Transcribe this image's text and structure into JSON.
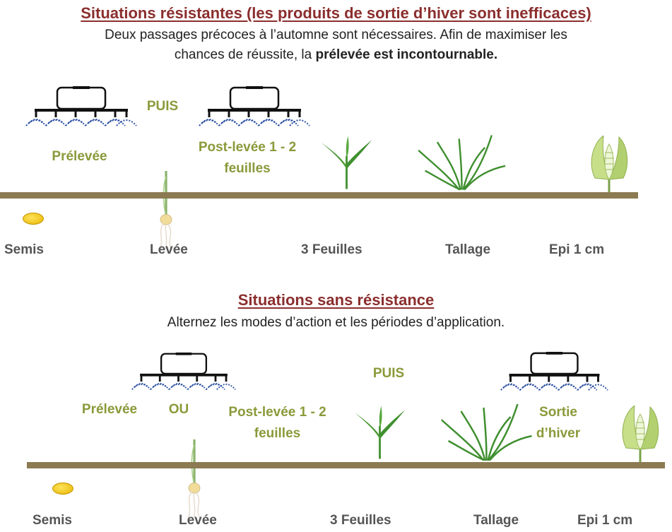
{
  "section1": {
    "title": "Situations résistantes (les produits de sortie d’hiver sont inefficaces)",
    "desc_line1": "Deux passages précoces à l’automne sont nécessaires. Afin de maximiser les",
    "desc_line2_pre": "chances de réussite, la ",
    "desc_line2_bold": "prélevée est incontournable.",
    "then_label": "PUIS",
    "treatment_1": "Prélevée",
    "treatment_2_line1": "Post-levée 1 - 2",
    "treatment_2_line2": "feuilles",
    "stages": [
      "Semis",
      "Levée",
      "3 Feuilles",
      "Tallage",
      "Epi 1 cm"
    ]
  },
  "section2": {
    "title": "Situations sans résistance",
    "desc": "Alternez les modes d’action et les périodes d’application.",
    "then_label": "PUIS",
    "treatment_1": "Prélevée",
    "or_label": "OU",
    "treatment_2_line1": "Post-levée 1 - 2",
    "treatment_2_line2": "feuilles",
    "treatment_3_line1": "Sortie",
    "treatment_3_line2": "d’hiver",
    "stages": [
      "Semis",
      "Levée",
      "3 Feuilles",
      "Tallage",
      "Epi 1 cm"
    ]
  },
  "colors": {
    "title": "#8b2e2e",
    "label_green": "#8a9a3a",
    "ground": "#8b7a52",
    "spray": "#2a4ea0",
    "seed": "#f2c200",
    "plant": "#3f8f2f"
  },
  "icons": [
    "sprayer-icon",
    "seed-icon",
    "seedling-icon",
    "three-leaf-plant-icon",
    "tillering-plant-icon",
    "ear-cross-section-icon"
  ]
}
